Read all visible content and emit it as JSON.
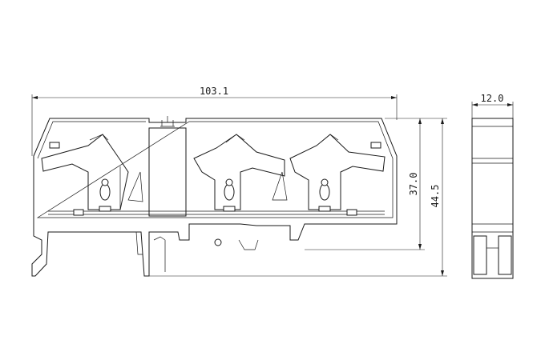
{
  "dimensions": {
    "overall_width": "103.1",
    "side_width": "12.0",
    "height_inner": "37.0",
    "height_total": "44.5"
  },
  "colors": {
    "line": "#1a1a1a",
    "background": "#ffffff"
  },
  "views": [
    "front-view",
    "side-view"
  ]
}
